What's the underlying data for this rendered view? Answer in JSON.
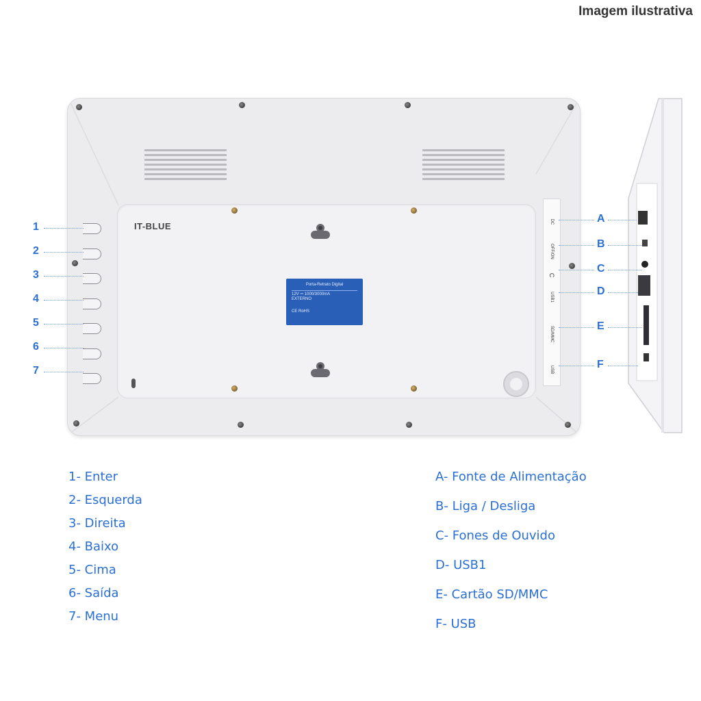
{
  "caption": "Imagem ilustrativa",
  "device": {
    "brand": "IT-BLUE",
    "sticker_title": "Porta-Retrato Digital",
    "sticker_spec": "12V ⎓ 1000/3000mA",
    "sticker_spec2": "EXTERNO",
    "sticker_marks": "CE RoHS",
    "port_labels": [
      "DC",
      "OFF/ON",
      "C",
      "USB1",
      "SD/MMC",
      "USB"
    ]
  },
  "callouts_left": [
    "1",
    "2",
    "3",
    "4",
    "5",
    "6",
    "7"
  ],
  "callouts_right": [
    "A",
    "B",
    "C",
    "D",
    "E",
    "F"
  ],
  "legend_buttons": [
    "1- Enter",
    "2- Esquerda",
    "3- Direita",
    "4- Baixo",
    "5- Cima",
    "6- Saída",
    "7- Menu"
  ],
  "legend_ports": [
    "A- Fonte de Alimentação",
    "B- Liga / Desliga",
    "C- Fones de Ouvido",
    "D- USB1",
    "E- Cartão SD/MMC",
    "F- USB"
  ],
  "colors": {
    "accent": "#2a6fd3",
    "sticker": "#2a5fb8",
    "device": "#ececee"
  }
}
